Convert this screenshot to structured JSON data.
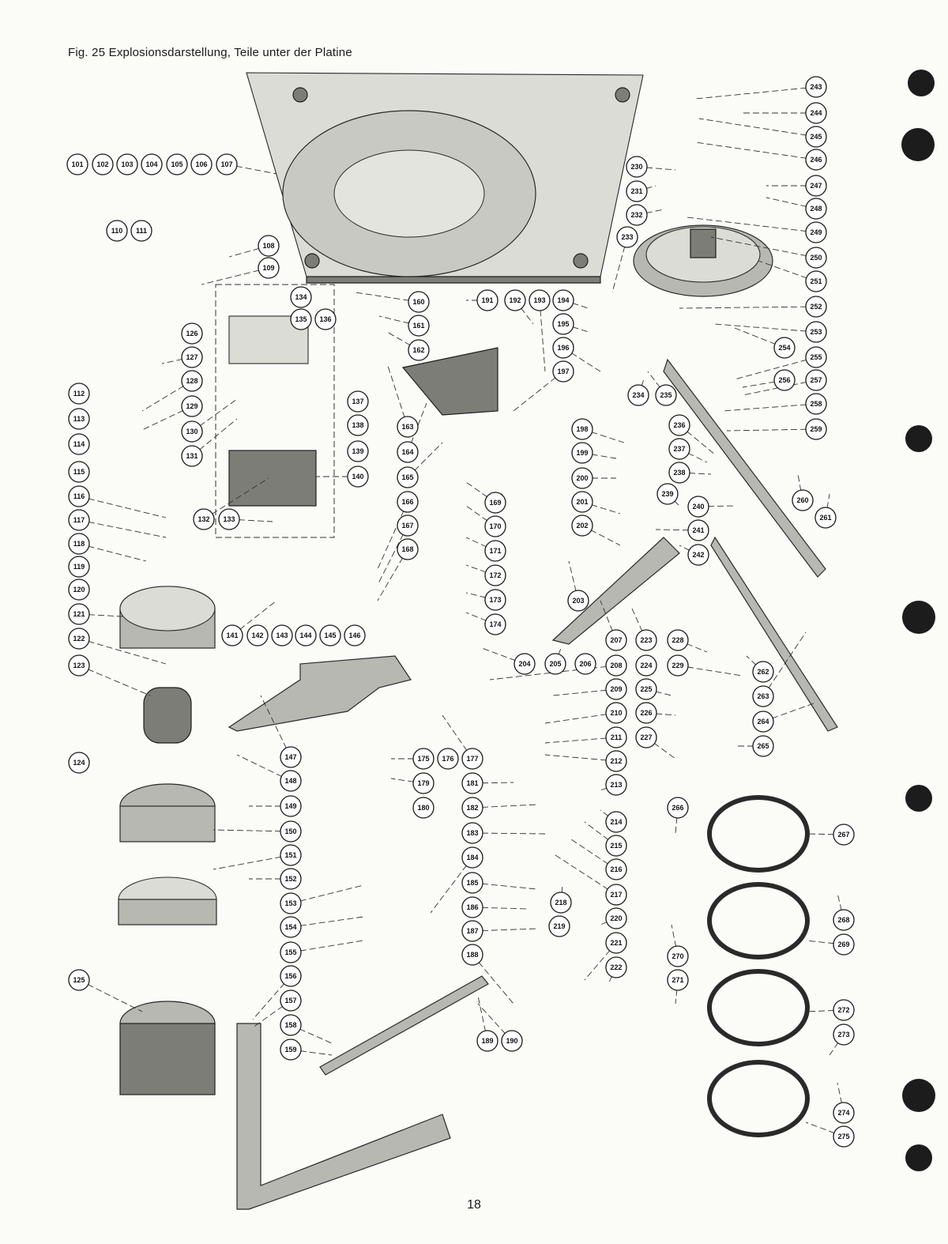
{
  "figure": {
    "caption": "Fig. 25   Explosionsdarstellung, Teile unter der Platine",
    "page_number": "18"
  },
  "colors": {
    "ink": "#1a1a1a",
    "part_fill": "#b8b8b2",
    "part_dark": "#7d7d78",
    "paper": "#fbfbf8",
    "punch_hole": "#1c1c1c"
  },
  "parts": [
    {
      "id": "101",
      "label": "101"
    },
    {
      "id": "102",
      "label": "102"
    },
    {
      "id": "103",
      "label": "103"
    },
    {
      "id": "104",
      "label": "104"
    },
    {
      "id": "105",
      "label": "105"
    },
    {
      "id": "106",
      "label": "106"
    },
    {
      "id": "107",
      "label": "107"
    },
    {
      "id": "108",
      "label": "108"
    },
    {
      "id": "109",
      "label": "109"
    },
    {
      "id": "110",
      "label": "110"
    },
    {
      "id": "111",
      "label": "111"
    },
    {
      "id": "112",
      "label": "112"
    },
    {
      "id": "113",
      "label": "113"
    },
    {
      "id": "114",
      "label": "114"
    },
    {
      "id": "115",
      "label": "115"
    },
    {
      "id": "116",
      "label": "116"
    },
    {
      "id": "117",
      "label": "117"
    },
    {
      "id": "118",
      "label": "118"
    },
    {
      "id": "119",
      "label": "119"
    },
    {
      "id": "120",
      "label": "120"
    },
    {
      "id": "121",
      "label": "121"
    },
    {
      "id": "122",
      "label": "122"
    },
    {
      "id": "123",
      "label": "123"
    },
    {
      "id": "124",
      "label": "124"
    },
    {
      "id": "125",
      "label": "125"
    },
    {
      "id": "126",
      "label": "126"
    },
    {
      "id": "127",
      "label": "127"
    },
    {
      "id": "128",
      "label": "128"
    },
    {
      "id": "129",
      "label": "129"
    },
    {
      "id": "130",
      "label": "130"
    },
    {
      "id": "131",
      "label": "131"
    },
    {
      "id": "132",
      "label": "132"
    },
    {
      "id": "133",
      "label": "133"
    },
    {
      "id": "134",
      "label": "134"
    },
    {
      "id": "135",
      "label": "135"
    },
    {
      "id": "136",
      "label": "136"
    },
    {
      "id": "137",
      "label": "137"
    },
    {
      "id": "138",
      "label": "138"
    },
    {
      "id": "139",
      "label": "139"
    },
    {
      "id": "140",
      "label": "140"
    },
    {
      "id": "141",
      "label": "141"
    },
    {
      "id": "142",
      "label": "142"
    },
    {
      "id": "143",
      "label": "143"
    },
    {
      "id": "144",
      "label": "144"
    },
    {
      "id": "145",
      "label": "145"
    },
    {
      "id": "146",
      "label": "146"
    },
    {
      "id": "147",
      "label": "147"
    },
    {
      "id": "148",
      "label": "148"
    },
    {
      "id": "149",
      "label": "149"
    },
    {
      "id": "150",
      "label": "150"
    },
    {
      "id": "151",
      "label": "151"
    },
    {
      "id": "152",
      "label": "152"
    },
    {
      "id": "153",
      "label": "153"
    },
    {
      "id": "154",
      "label": "154"
    },
    {
      "id": "155",
      "label": "155"
    },
    {
      "id": "156",
      "label": "156"
    },
    {
      "id": "157",
      "label": "157"
    },
    {
      "id": "158",
      "label": "158"
    },
    {
      "id": "159",
      "label": "159"
    },
    {
      "id": "160",
      "label": "160"
    },
    {
      "id": "161",
      "label": "161"
    },
    {
      "id": "162",
      "label": "162"
    },
    {
      "id": "163",
      "label": "163"
    },
    {
      "id": "164",
      "label": "164"
    },
    {
      "id": "165",
      "label": "165"
    },
    {
      "id": "166",
      "label": "166"
    },
    {
      "id": "167",
      "label": "167"
    },
    {
      "id": "168",
      "label": "168"
    },
    {
      "id": "169",
      "label": "169"
    },
    {
      "id": "170",
      "label": "170"
    },
    {
      "id": "171",
      "label": "171"
    },
    {
      "id": "172",
      "label": "172"
    },
    {
      "id": "173",
      "label": "173"
    },
    {
      "id": "174",
      "label": "174"
    },
    {
      "id": "175",
      "label": "175"
    },
    {
      "id": "176",
      "label": "176"
    },
    {
      "id": "177",
      "label": "177"
    },
    {
      "id": "179",
      "label": "179"
    },
    {
      "id": "180",
      "label": "180"
    },
    {
      "id": "181",
      "label": "181"
    },
    {
      "id": "182",
      "label": "182"
    },
    {
      "id": "183",
      "label": "183"
    },
    {
      "id": "184",
      "label": "184"
    },
    {
      "id": "185",
      "label": "185"
    },
    {
      "id": "186",
      "label": "186"
    },
    {
      "id": "187",
      "label": "187"
    },
    {
      "id": "188",
      "label": "188"
    },
    {
      "id": "189",
      "label": "189"
    },
    {
      "id": "190",
      "label": "190"
    },
    {
      "id": "191",
      "label": "191"
    },
    {
      "id": "192",
      "label": "192"
    },
    {
      "id": "193",
      "label": "193"
    },
    {
      "id": "194",
      "label": "194"
    },
    {
      "id": "195",
      "label": "195"
    },
    {
      "id": "196",
      "label": "196"
    },
    {
      "id": "197",
      "label": "197"
    },
    {
      "id": "198",
      "label": "198"
    },
    {
      "id": "199",
      "label": "199"
    },
    {
      "id": "200",
      "label": "200"
    },
    {
      "id": "201",
      "label": "201"
    },
    {
      "id": "202",
      "label": "202"
    },
    {
      "id": "203",
      "label": "203"
    },
    {
      "id": "204",
      "label": "204"
    },
    {
      "id": "205",
      "label": "205"
    },
    {
      "id": "206",
      "label": "206"
    },
    {
      "id": "207",
      "label": "207"
    },
    {
      "id": "208",
      "label": "208"
    },
    {
      "id": "209",
      "label": "209"
    },
    {
      "id": "210",
      "label": "210"
    },
    {
      "id": "211",
      "label": "211"
    },
    {
      "id": "212",
      "label": "212"
    },
    {
      "id": "213",
      "label": "213"
    },
    {
      "id": "214",
      "label": "214"
    },
    {
      "id": "215",
      "label": "215"
    },
    {
      "id": "216",
      "label": "216"
    },
    {
      "id": "217",
      "label": "217"
    },
    {
      "id": "218",
      "label": "218"
    },
    {
      "id": "219",
      "label": "219"
    },
    {
      "id": "220",
      "label": "220"
    },
    {
      "id": "221",
      "label": "221"
    },
    {
      "id": "222",
      "label": "222"
    },
    {
      "id": "223",
      "label": "223"
    },
    {
      "id": "224",
      "label": "224"
    },
    {
      "id": "225",
      "label": "225"
    },
    {
      "id": "226",
      "label": "226"
    },
    {
      "id": "227",
      "label": "227"
    },
    {
      "id": "228",
      "label": "228"
    },
    {
      "id": "229",
      "label": "229"
    },
    {
      "id": "230",
      "label": "230"
    },
    {
      "id": "231",
      "label": "231"
    },
    {
      "id": "232",
      "label": "232"
    },
    {
      "id": "233",
      "label": "233"
    },
    {
      "id": "234",
      "label": "234"
    },
    {
      "id": "235",
      "label": "235"
    },
    {
      "id": "236",
      "label": "236"
    },
    {
      "id": "237",
      "label": "237"
    },
    {
      "id": "238",
      "label": "238"
    },
    {
      "id": "239",
      "label": "239"
    },
    {
      "id": "240",
      "label": "240"
    },
    {
      "id": "241",
      "label": "241"
    },
    {
      "id": "242",
      "label": "242"
    },
    {
      "id": "243",
      "label": "243"
    },
    {
      "id": "244",
      "label": "244"
    },
    {
      "id": "245",
      "label": "245"
    },
    {
      "id": "246",
      "label": "246"
    },
    {
      "id": "247",
      "label": "247"
    },
    {
      "id": "248",
      "label": "248"
    },
    {
      "id": "249",
      "label": "249"
    },
    {
      "id": "250",
      "label": "250"
    },
    {
      "id": "251",
      "label": "251"
    },
    {
      "id": "252",
      "label": "252"
    },
    {
      "id": "253",
      "label": "253"
    },
    {
      "id": "254",
      "label": "254"
    },
    {
      "id": "255",
      "label": "255"
    },
    {
      "id": "256",
      "label": "256"
    },
    {
      "id": "257",
      "label": "257"
    },
    {
      "id": "258",
      "label": "258"
    },
    {
      "id": "259",
      "label": "259"
    },
    {
      "id": "260",
      "label": "260"
    },
    {
      "id": "261",
      "label": "261"
    },
    {
      "id": "262",
      "label": "262"
    },
    {
      "id": "263",
      "label": "263"
    },
    {
      "id": "264",
      "label": "264"
    },
    {
      "id": "265",
      "label": "265"
    },
    {
      "id": "266",
      "label": "266"
    },
    {
      "id": "267",
      "label": "267"
    },
    {
      "id": "268",
      "label": "268"
    },
    {
      "id": "269",
      "label": "269"
    },
    {
      "id": "270",
      "label": "270"
    },
    {
      "id": "271",
      "label": "271"
    },
    {
      "id": "272",
      "label": "272"
    },
    {
      "id": "273",
      "label": "273"
    },
    {
      "id": "274",
      "label": "274"
    },
    {
      "id": "275",
      "label": "275"
    }
  ]
}
